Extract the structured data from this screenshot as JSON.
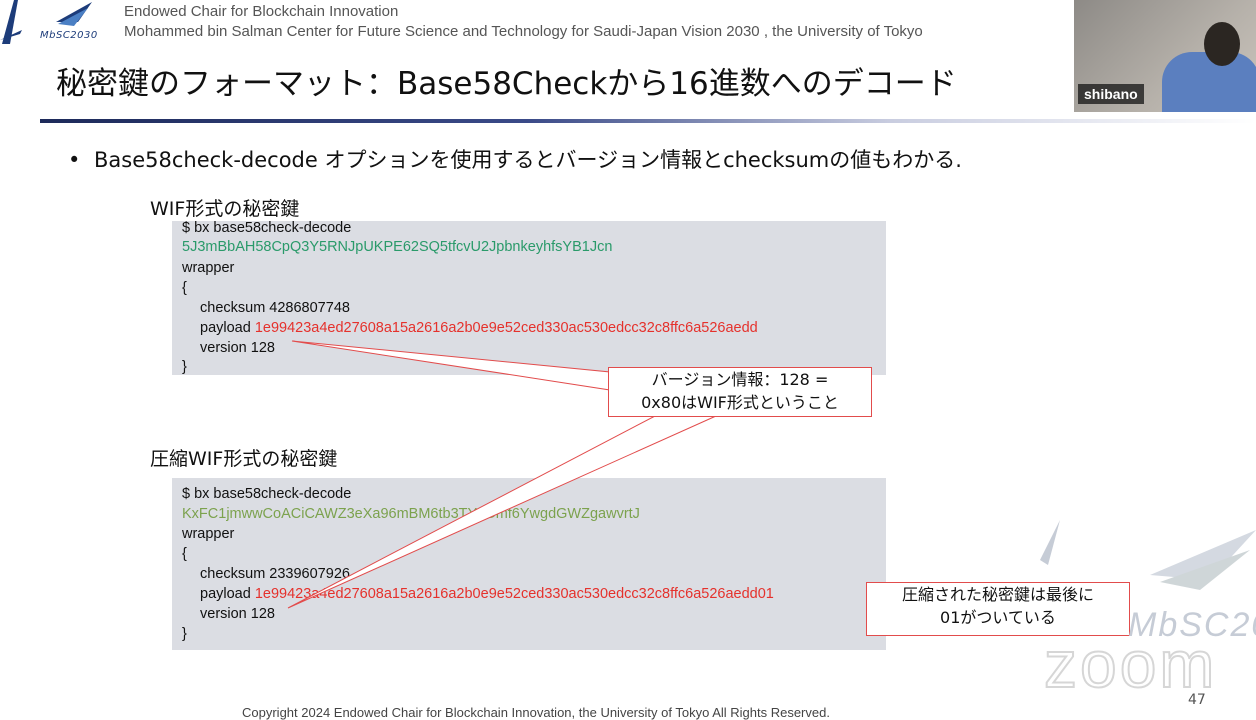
{
  "header": {
    "logo_text": "MbSC2030",
    "org_line1": "Endowed Chair for Blockchain Innovation",
    "org_line2": "Mohammed bin Salman Center for Future Science and Technology for Saudi-Japan Vision 2030 , the University of Tokyo"
  },
  "video": {
    "participant_name": "shibano"
  },
  "slide": {
    "title": "秘密鍵のフォーマット：Base58Checkから16進数へのデコード",
    "bullet": "Base58check-decode オプションを使用するとバージョン情報とchecksumの値もわかる.",
    "section1": {
      "label": "WIF形式の秘密鍵",
      "command": "$ bx base58check-decode",
      "key": "5J3mBbAH58CpQ3Y5RNJpUKPE62SQ5tfcvU2JpbnkeyhfsYB1Jcn",
      "wrapper": "wrapper",
      "open": "{",
      "checksum": "checksum 4286807748",
      "payload_label": "payload",
      "payload": "1e99423a4ed27608a15a2616a2b0e9e52ced330ac530edcc32c8ffc6a526aedd",
      "version": "version 128",
      "close": "}"
    },
    "section2": {
      "label": "圧縮WIF形式の秘密鍵",
      "command": "$ bx base58check-decode",
      "key": "KxFC1jmwwCoACiCAWZ3eXa96mBM6tb3TYzGmf6YwgdGWZgawvrtJ",
      "wrapper": "wrapper",
      "open": "{",
      "checksum": "checksum 2339607926",
      "payload_label": "payload",
      "payload": "1e99423a4ed27608a15a2616a2b0e9e52ced330ac530edcc32c8ffc6a526aedd01",
      "version": "version 128",
      "close": "}"
    },
    "callout1": {
      "line1": "バージョン情報：128 =",
      "line2": "0x80はWIF形式ということ"
    },
    "callout2": {
      "line1": "圧縮された秘密鍵は最後に",
      "line2": "01がついている"
    },
    "footer": "Copyright 2024 Endowed Chair for Blockchain Innovation, the University of Tokyo All Rights Reserved.",
    "page_number": "47",
    "watermark_text": "MbSC20",
    "zoom_watermark": "zoom"
  },
  "colors": {
    "key_green": "#2a9a6a",
    "key_olive": "#7ca24e",
    "payload_red": "#e5312c",
    "code_bg": "#dbdde3",
    "callout_border": "#e24c4c",
    "rule_dark": "#1d2a5a"
  },
  "icons": [
    "mbsc-logo-icon",
    "zoom-watermark-icon"
  ]
}
